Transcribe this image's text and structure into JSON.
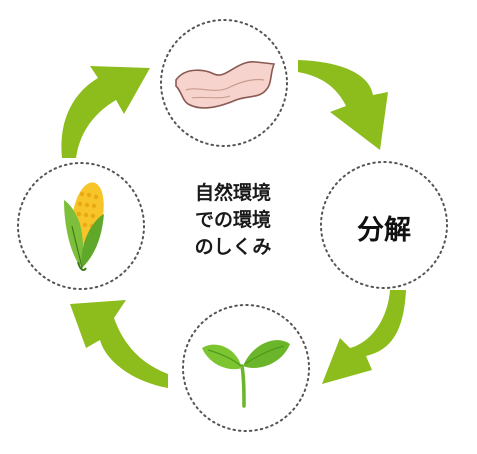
{
  "center": {
    "lines": [
      "自然環境",
      "での環境",
      "のしくみ"
    ]
  },
  "nodes": [
    {
      "id": "top",
      "icon": "cloth-icon",
      "label": ""
    },
    {
      "id": "right",
      "icon": "",
      "label": "分解"
    },
    {
      "id": "bottom",
      "icon": "sprout-icon",
      "label": ""
    },
    {
      "id": "left",
      "icon": "corn-icon",
      "label": ""
    }
  ],
  "colors": {
    "arrow": "#8dbd1c",
    "arrow_dark": "#6f9a10",
    "circle_border": "#555555"
  }
}
